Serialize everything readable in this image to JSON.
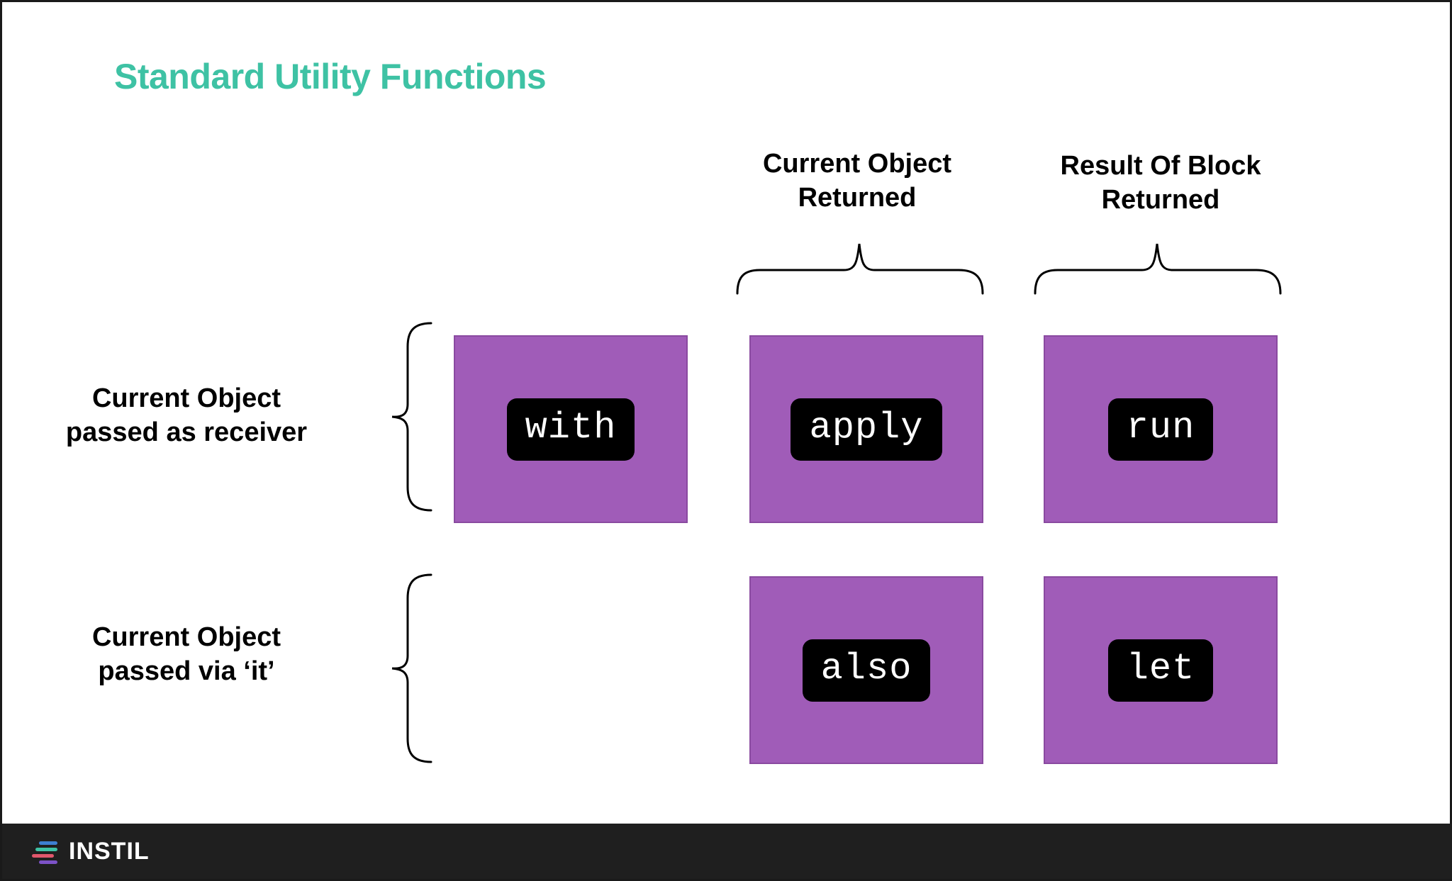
{
  "slide": {
    "title": "Standard Utility Functions",
    "title_color": "#3ec2a4",
    "background": "#ffffff",
    "border_color": "#1a1a1a"
  },
  "columns": [
    {
      "id": "col-0",
      "header": ""
    },
    {
      "id": "col-1",
      "header": "Current Object\nReturned",
      "header_line1": "Current Object",
      "header_line2": "Returned"
    },
    {
      "id": "col-2",
      "header": "Result Of Block\nReturned",
      "header_line1": "Result Of Block",
      "header_line2": "Returned"
    }
  ],
  "rows": [
    {
      "id": "row-0",
      "label_line1": "Current Object",
      "label_line2": "passed as receiver"
    },
    {
      "id": "row-1",
      "label_line1": "Current Object",
      "label_line2": "passed via ‘it’"
    }
  ],
  "cells": [
    {
      "id": "cell-with",
      "code": "with",
      "row": 0,
      "col": 0
    },
    {
      "id": "cell-apply",
      "code": "apply",
      "row": 0,
      "col": 1
    },
    {
      "id": "cell-run",
      "code": "run",
      "row": 0,
      "col": 2
    },
    {
      "id": "cell-also",
      "code": "also",
      "row": 1,
      "col": 1
    },
    {
      "id": "cell-let",
      "code": "let",
      "row": 1,
      "col": 2
    }
  ],
  "palette": {
    "cell_fill": "#a05cb8",
    "cell_border": "#8a4aa0",
    "chip_bg": "#000000",
    "chip_text": "#ffffff",
    "accent_teal": "#3ec2a4"
  },
  "footer": {
    "brand": "INSTIL",
    "background": "#1f1f1f",
    "logo_bars": [
      {
        "name": "bar-blue",
        "color": "#3d7fd1"
      },
      {
        "name": "bar-teal",
        "color": "#3ec2a4"
      },
      {
        "name": "bar-red",
        "color": "#e0576b"
      },
      {
        "name": "bar-purple",
        "color": "#7c52c7"
      }
    ]
  }
}
